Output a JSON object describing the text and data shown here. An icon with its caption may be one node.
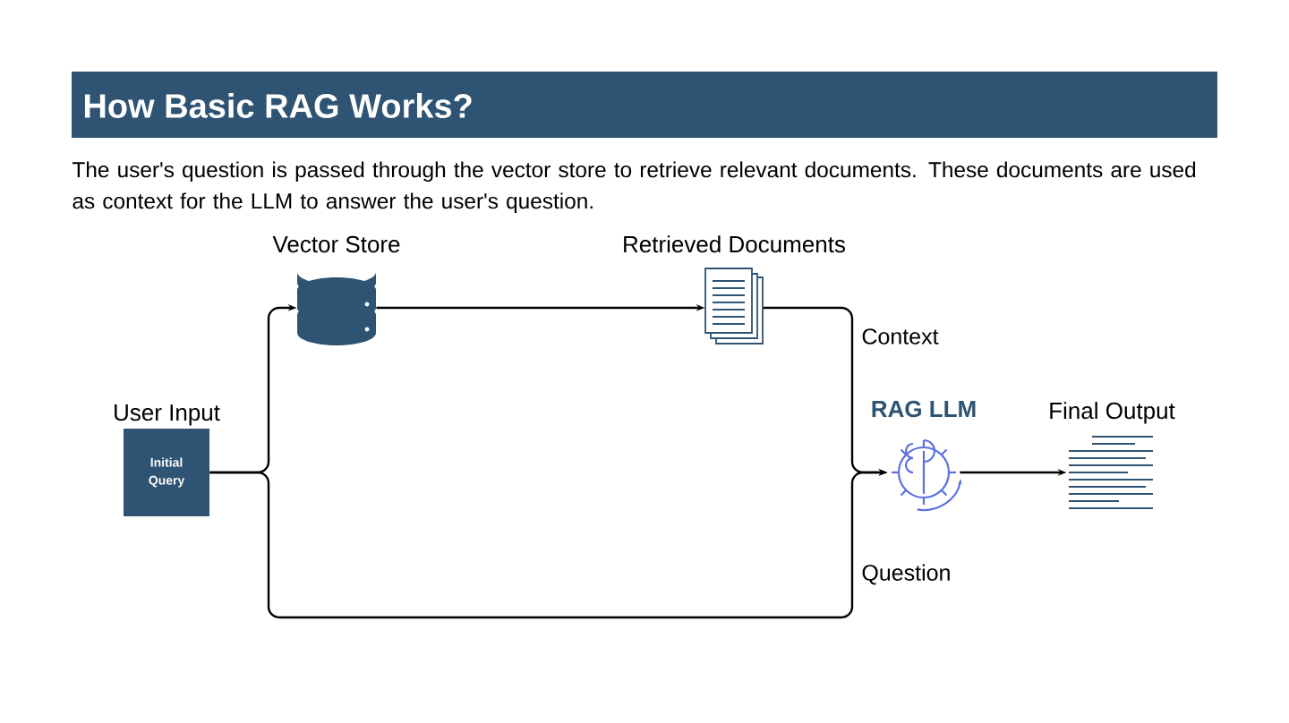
{
  "diagram": {
    "title": "How Basic RAG Works?",
    "nodes": [
      {
        "text": [
          "User Input",
          "Initial Query"
        ]
      },
      {
        "text": [
          "Vector Store"
        ]
      },
      {
        "text": [
          "Retrieved Documents"
        ]
      },
      {
        "text": [
          "RAG LLM"
        ]
      },
      {
        "text": [
          "Final Output"
        ]
      }
    ],
    "edges": [
      {
        "from": 0,
        "to": 1,
        "arrow": "to"
      },
      {
        "from": 1,
        "to": 2,
        "arrow": "to"
      },
      {
        "from": 2,
        "to": 3,
        "arrow": "to",
        "label": "Context"
      },
      {
        "from": 0,
        "to": 3,
        "arrow": "to",
        "label": "Question"
      },
      {
        "from": 3,
        "to": 4,
        "arrow": "to"
      }
    ],
    "labels": [
      "The user's question is passed through the vector store to retrieve relevant documents. These documents are used as context for the LLM to answer the user's question."
    ]
  }
}
